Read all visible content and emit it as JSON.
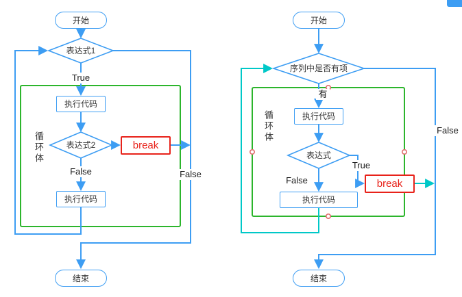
{
  "colors": {
    "blue": "#3d9df3",
    "green": "#2cb52c",
    "red": "#e8221a",
    "cyan": "#00c8c8",
    "handle_pink": "#e06c6c",
    "text_dark": "#333333"
  },
  "left_chart": {
    "start_label": "开始",
    "condition1_label": "表达式1",
    "true_label": "True",
    "process1_label": "执行代码",
    "loop_body_label": "循环体",
    "condition2_label": "表达式2",
    "break_label": "break",
    "inner_false_label": "False",
    "process2_label": "执行代码",
    "outer_false_label": "False",
    "end_label": "结束"
  },
  "right_chart": {
    "start_label": "开始",
    "condition1_label": "序列中是否有项",
    "yes_label": "有",
    "process1_label": "执行代码",
    "loop_body_label": "循环体",
    "condition2_label": "表达式",
    "true_label": "True",
    "break_label": "break",
    "inner_false_label": "False",
    "process2_label": "执行代码",
    "outer_false_label": "False",
    "end_label": "结束"
  }
}
